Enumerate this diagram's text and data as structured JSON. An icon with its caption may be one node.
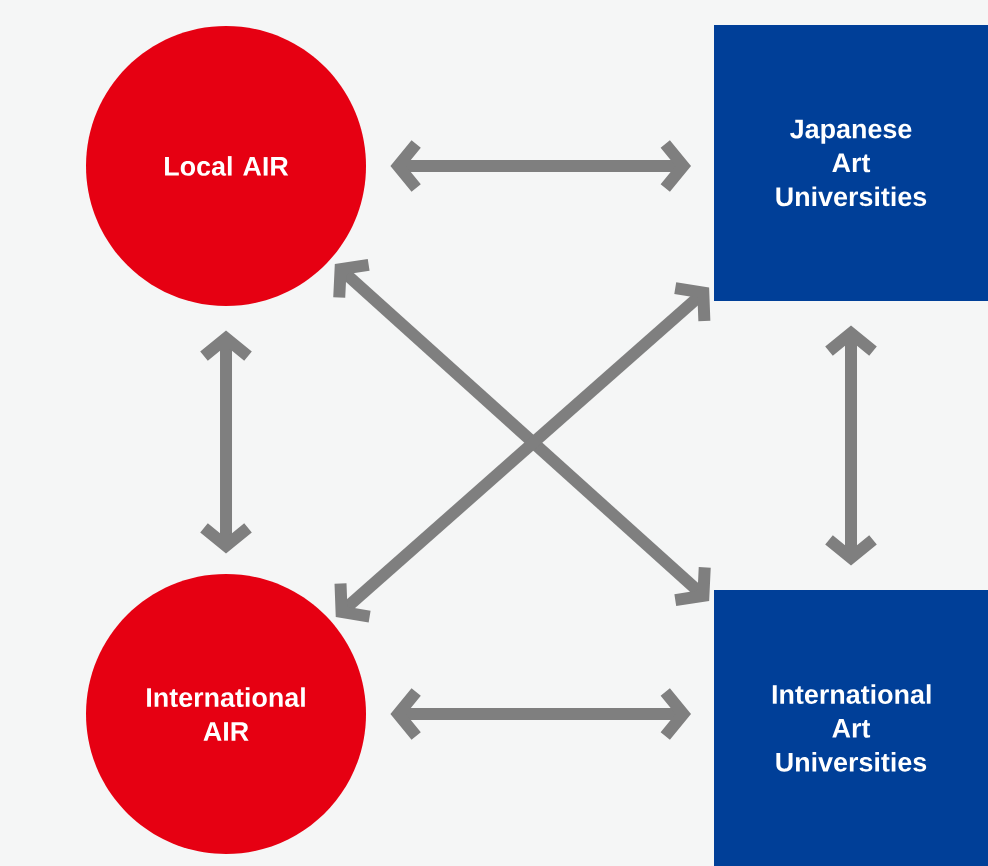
{
  "diagram": {
    "nodes": [
      {
        "text": [
          "Local AIR"
        ]
      },
      {
        "text": [
          "Japanese Art Universities"
        ]
      },
      {
        "text": [
          "International AIR"
        ]
      },
      {
        "text": [
          "International Art Universities"
        ]
      }
    ],
    "edges": [
      {
        "from": 0,
        "to": 1,
        "arrow": "both"
      },
      {
        "from": 0,
        "to": 2,
        "arrow": "both"
      },
      {
        "from": 1,
        "to": 3,
        "arrow": "both"
      },
      {
        "from": 0,
        "to": 3,
        "arrow": "both"
      },
      {
        "from": 2,
        "to": 1,
        "arrow": "both"
      },
      {
        "from": 2,
        "to": 3,
        "arrow": "both"
      }
    ]
  }
}
